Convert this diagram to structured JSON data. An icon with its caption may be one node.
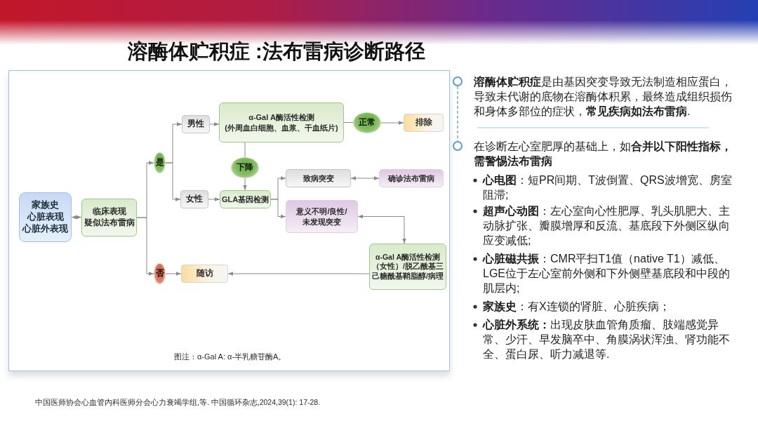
{
  "diagram": {
    "title": "溶酶体贮积症 :法布雷病诊断路径",
    "nodes": [
      {
        "text": [
          "家族史",
          "心脏表现",
          "心脏外表现"
        ]
      },
      {
        "text": [
          "临床表现",
          "疑似法布雷病"
        ]
      },
      {
        "text": [
          "是"
        ]
      },
      {
        "text": [
          "否"
        ]
      },
      {
        "text": [
          "男性"
        ]
      },
      {
        "text": [
          "女性"
        ]
      },
      {
        "text": [
          "α-Gal A酶活性检测",
          "(外周血白细胞、血浆、干血纸片)"
        ]
      },
      {
        "text": [
          "正常"
        ]
      },
      {
        "text": [
          "排除"
        ]
      },
      {
        "text": [
          "下降"
        ]
      },
      {
        "text": [
          "GLA基因检测"
        ]
      },
      {
        "text": [
          "致病突变"
        ]
      },
      {
        "text": [
          "确诊法布雷病"
        ]
      },
      {
        "text": [
          "意义不明/良性/未发现突变"
        ]
      },
      {
        "text": [
          "α-Gal A酶活性检测（女性）/脱乙酰基三己糖酰基鞘脂醇/病理"
        ]
      },
      {
        "text": [
          "随访"
        ]
      },
      {
        "text": [],
        "shape": "circle"
      },
      {
        "text": [],
        "shape": "circle"
      }
    ],
    "edges": [
      {
        "from": 0,
        "to": 1,
        "arrow": "both"
      },
      {
        "from": 1,
        "to": 2,
        "arrow": "to"
      },
      {
        "from": 1,
        "to": 3,
        "arrow": "to"
      },
      {
        "from": 2,
        "to": 4,
        "arrow": "to"
      },
      {
        "from": 2,
        "to": 5,
        "arrow": "to"
      },
      {
        "from": 4,
        "to": 6,
        "arrow": "to"
      },
      {
        "from": 5,
        "to": 10,
        "arrow": "to"
      },
      {
        "from": 6,
        "to": 7,
        "arrow": "none"
      },
      {
        "from": 7,
        "to": 8,
        "arrow": "to"
      },
      {
        "from": 6,
        "to": 9,
        "arrow": "none"
      },
      {
        "from": 9,
        "to": 10,
        "arrow": "to"
      },
      {
        "from": 10,
        "to": 11,
        "arrow": "to"
      },
      {
        "from": 10,
        "to": 13,
        "arrow": "to"
      },
      {
        "from": 11,
        "to": 12,
        "arrow": "both"
      },
      {
        "from": 13,
        "to": 14,
        "arrow": "both"
      },
      {
        "from": 14,
        "to": 15,
        "arrow": "to"
      },
      {
        "from": 3,
        "to": 15,
        "arrow": "to"
      },
      {
        "from": 16,
        "to": 17,
        "arrow": "none",
        "style": "dashed",
        "color": "#5b9bd5"
      }
    ],
    "labels": [
      "**溶酶体贮积症**是由基因突变导致无法制造相应蛋白，导致未代谢的底物在溶酶体积累，最终造成组织损伤和身体多部位的症状，**常见疾病如法布雷病**.",
      "在诊断左心室肥厚的基础上，如**合并以下阳性指标，需警惕法布雷病**",
      "**心电图**：短PR间期、T波倒置、QRS波增宽、房室阻滞;",
      "**超声心动图**：左心室向心性肥厚、乳头肌肥大、主动脉扩张、瓣膜增厚和反流、基底段下外侧区纵向应变减低;",
      "**心脏磁共振**：CMR平扫T1值（native T1）减低、LGE位于左心室前外侧和下外侧壁基底段和中段的肌层内;",
      "**家族史**：有X连锁的肾脏、心脏疾病；",
      "**心脏外系统：**出现皮肤血管角质瘤、肢端感觉异常、少汗、早发脑卒中、角膜涡状浑浊、肾功能不全、蛋白尿、听力减退等.",
      "图注：α-Gal A: α-半乳糖苷酶A。",
      "中国医师协会心血管内科医师分会心力衰竭学组,等. 中国循环杂志,2024,39(1): 17-28."
    ]
  }
}
